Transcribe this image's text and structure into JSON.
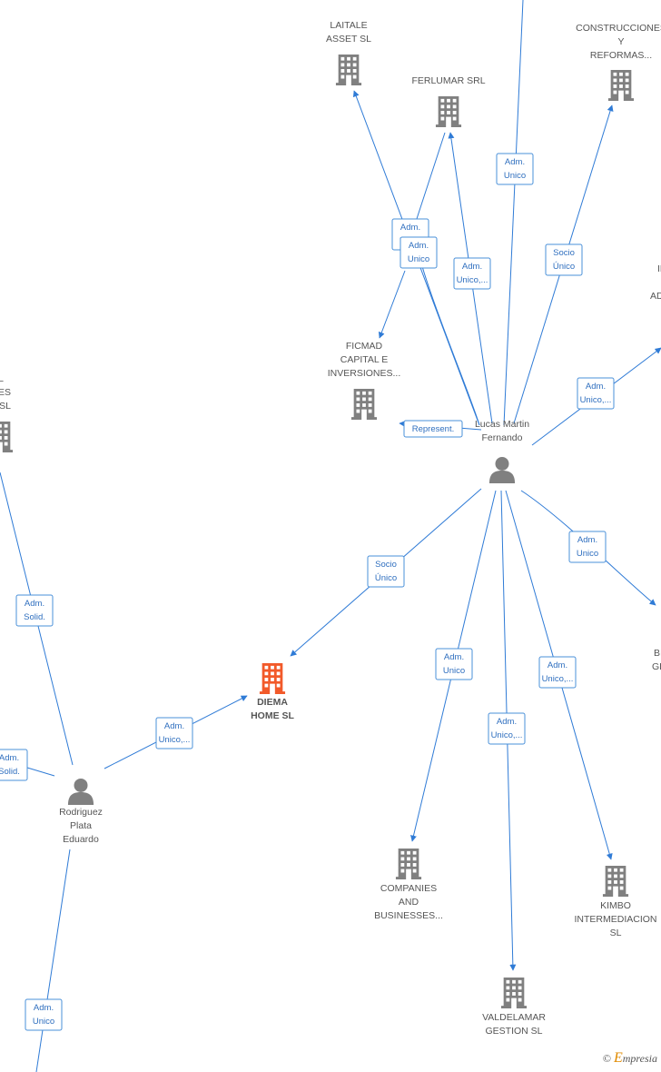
{
  "colors": {
    "edge": "#2f7bd6",
    "company": "#808080",
    "main_company": "#f25a2a",
    "person": "#808080"
  },
  "nodes": [
    {
      "id": "laitale",
      "type": "company",
      "label": [
        "LAITALE",
        "ASSET  SL"
      ]
    },
    {
      "id": "ferlumar",
      "type": "company",
      "label": [
        "FERLUMAR SRL"
      ]
    },
    {
      "id": "construcciones",
      "type": "company",
      "label": [
        "CONSTRUCCIONES",
        "Y",
        "REFORMAS..."
      ]
    },
    {
      "id": "ficmad",
      "type": "company",
      "label": [
        "FICMAD",
        "CAPITAL E",
        "INVERSIONES..."
      ]
    },
    {
      "id": "inv_right",
      "type": "company-partial",
      "label": [
        "INV",
        "ADQ"
      ]
    },
    {
      "id": "left_partial",
      "type": "company-partial",
      "label": [
        "AL",
        "IONES",
        "S  SL"
      ]
    },
    {
      "id": "lucas",
      "type": "person",
      "label": [
        "Lucas Martin",
        "Fernando"
      ]
    },
    {
      "id": "diema",
      "type": "main-company",
      "label": [
        "DIEMA",
        "HOME  SL"
      ]
    },
    {
      "id": "bio_right",
      "type": "company-partial",
      "label": [
        "BIO",
        "GLO"
      ]
    },
    {
      "id": "rodriguez",
      "type": "person",
      "label": [
        "Rodriguez",
        "Plata",
        "Eduardo"
      ]
    },
    {
      "id": "companies",
      "type": "company",
      "label": [
        "COMPANIES",
        "AND",
        "BUSINESSES..."
      ]
    },
    {
      "id": "kimbo",
      "type": "company",
      "label": [
        "KIMBO",
        "INTERMEDIACION",
        "SL"
      ]
    },
    {
      "id": "valdelamar",
      "type": "company",
      "label": [
        "VALDELAMAR",
        "GESTION  SL"
      ]
    }
  ],
  "edges": [
    {
      "id": "e_top",
      "label": [
        "Adm.",
        "Unico"
      ]
    },
    {
      "id": "e_laitale",
      "label": [
        "Adm.",
        "Unico"
      ]
    },
    {
      "id": "e_ficmad",
      "label": [
        "Adm.",
        "Unico"
      ]
    },
    {
      "id": "e_ferlumar",
      "label": [
        "Adm.",
        "Unico,..."
      ]
    },
    {
      "id": "e_constr",
      "label": [
        "Socio",
        "Único"
      ]
    },
    {
      "id": "e_inv",
      "label": [
        "Adm.",
        "Unico,..."
      ]
    },
    {
      "id": "e_represent",
      "label": [
        "Represent."
      ]
    },
    {
      "id": "e_diema_socio",
      "label": [
        "Socio",
        "Único"
      ]
    },
    {
      "id": "e_bio",
      "label": [
        "Adm.",
        "Unico"
      ]
    },
    {
      "id": "e_companies",
      "label": [
        "Adm.",
        "Unico"
      ]
    },
    {
      "id": "e_kimbo",
      "label": [
        "Adm.",
        "Unico,..."
      ]
    },
    {
      "id": "e_valdelamar",
      "label": [
        "Adm.",
        "Unico,..."
      ]
    },
    {
      "id": "e_rod_diema",
      "label": [
        "Adm.",
        "Unico,..."
      ]
    },
    {
      "id": "e_rod_left",
      "label": [
        "Adm.",
        "Solid."
      ]
    },
    {
      "id": "e_rod_left2",
      "label": [
        "Adm.",
        "Solid."
      ]
    },
    {
      "id": "e_rod_bottom",
      "label": [
        "Adm.",
        "Unico"
      ]
    }
  ],
  "footer": {
    "copyright": "©",
    "brand_initial": "E",
    "brand_rest": "mpresia"
  }
}
